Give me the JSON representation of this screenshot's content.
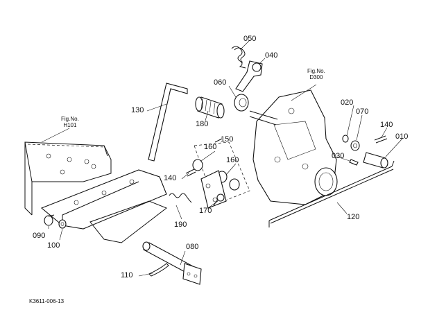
{
  "figure_code": "K3611-006-13",
  "refs": [
    {
      "id": "fig-d300",
      "line1": "Fig.No.",
      "line2": "D300"
    },
    {
      "id": "fig-h101",
      "line1": "Fig.No.",
      "line2": "H101"
    }
  ],
  "part_labels": {
    "p010": "010",
    "p020": "020",
    "p030": "030",
    "p040": "040",
    "p050": "050",
    "p060": "060",
    "p070": "070",
    "p080": "080",
    "p090": "090",
    "p100": "100",
    "p110": "110",
    "p120": "120",
    "p130": "130",
    "p140a": "140",
    "p140b": "140",
    "p150": "150",
    "p160a": "160",
    "p160b": "160",
    "p170": "170",
    "p180": "180",
    "p190": "190"
  }
}
